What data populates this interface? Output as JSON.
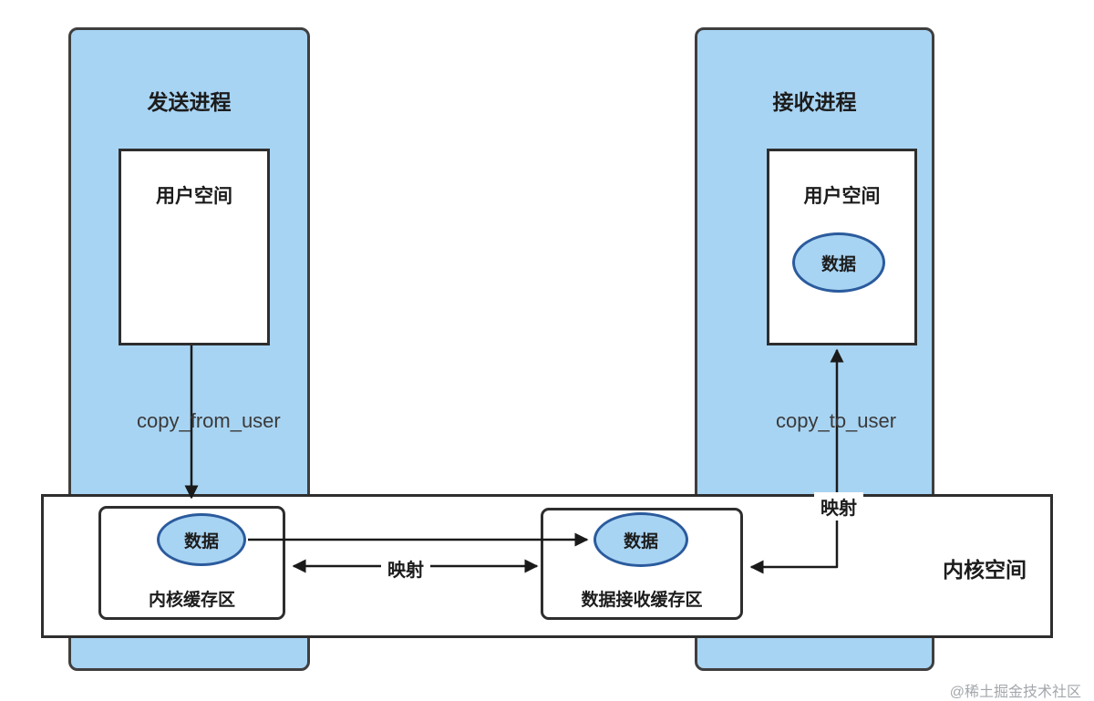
{
  "diagram": {
    "sender": {
      "label": "发送进程",
      "user_space": "用户空间"
    },
    "receiver": {
      "label": "接收进程",
      "user_space": "用户空间",
      "data": "数据"
    },
    "kernel": {
      "label": "内核空间",
      "kernel_buffer": {
        "label": "内核缓存区",
        "data": "数据"
      },
      "receive_buffer": {
        "label": "数据接收缓存区",
        "data": "数据"
      }
    },
    "labels": {
      "copy_from_user": "copy_from_user",
      "copy_to_user": "copy_to_user",
      "mapping_center": "映射",
      "mapping_right": "映射"
    },
    "watermark": "@稀土掘金技术社区",
    "colors": {
      "process_fill": "#a8d4f3",
      "ellipse_fill": "#a8d4f3",
      "ellipse_stroke": "#2b5b9d",
      "box_border": "#2e2e2e",
      "arrow": "#1a1a1a",
      "watermark": "#a3a7ab"
    }
  }
}
